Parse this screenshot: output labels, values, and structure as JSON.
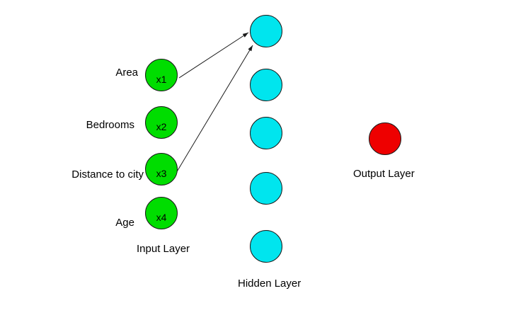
{
  "diagram": {
    "type": "neural-network",
    "background_color": "#ffffff",
    "text_color": "#000000",
    "edge_color": "#1a1a1a",
    "network": {
      "input_layer": {
        "label": "Input Layer",
        "node_color": "#00dd00",
        "nodes": [
          {
            "label": "x1",
            "annotation": "Area"
          },
          {
            "label": "x2",
            "annotation": "Bedrooms"
          },
          {
            "label": "x3",
            "annotation": "Distance to city"
          },
          {
            "label": "x4",
            "annotation": "Age"
          }
        ]
      },
      "hidden_layer": {
        "label": "Hidden Layer",
        "node_color": "#00e5ee",
        "node_count": 5
      },
      "output_layer": {
        "label": "Output Layer",
        "node_color": "#ee0000",
        "node_count": 1
      },
      "edges": [
        {
          "from": "x1",
          "to": "hidden-1",
          "arrowhead": "end"
        },
        {
          "from": "x3",
          "to": "hidden-1",
          "arrowhead": "end"
        }
      ]
    }
  }
}
